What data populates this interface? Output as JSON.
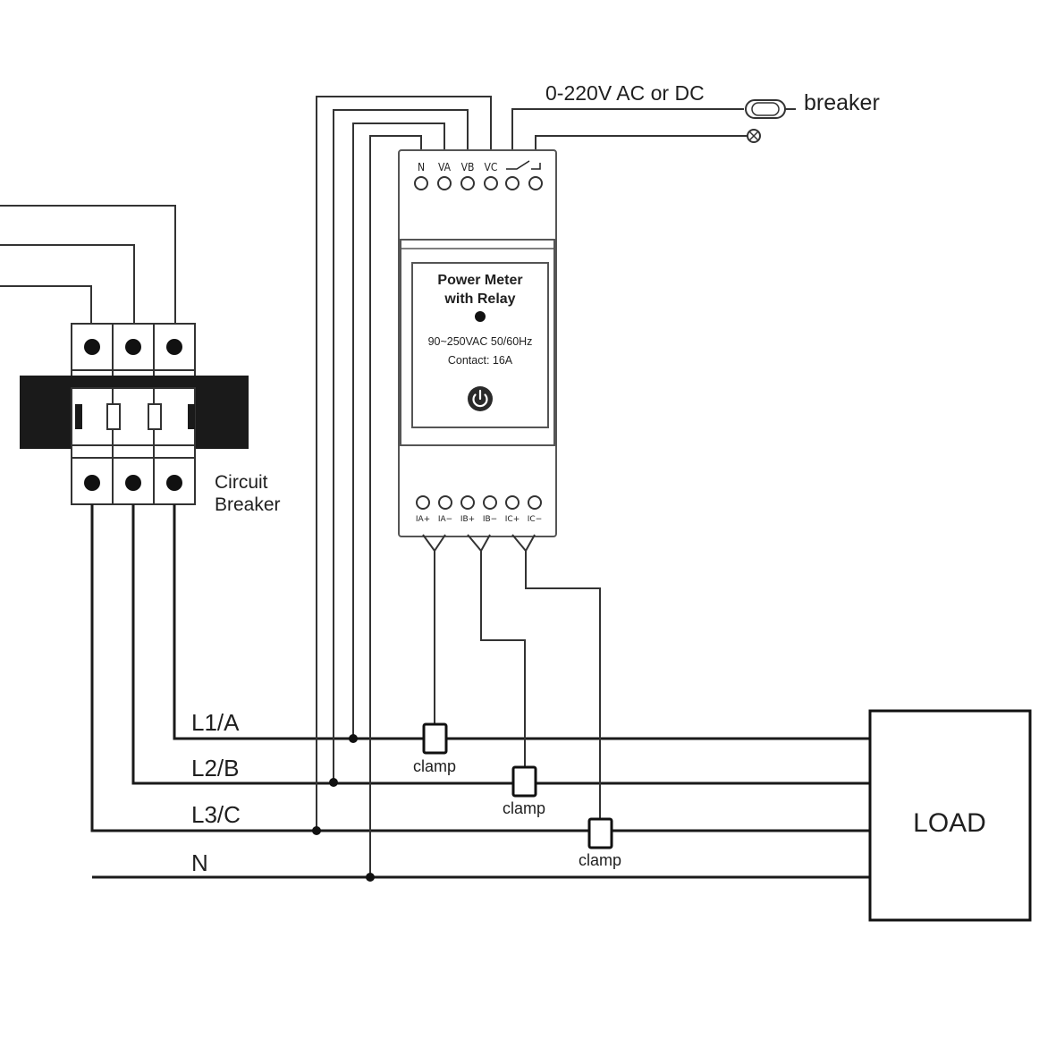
{
  "device": {
    "title_line1": "Power Meter",
    "title_line2": "with Relay",
    "spec_voltage": "90~250VAC 50/60Hz",
    "spec_contact": "Contact: 16A",
    "power_icon": "power-button-icon",
    "top_terminals": [
      "N",
      "VA",
      "VB",
      "VC"
    ],
    "relay_symbol": "relay-switch-icon",
    "bottom_terminals": [
      "IA+",
      "IA−",
      "IB+",
      "IB−",
      "IC+",
      "IC−"
    ]
  },
  "relay_supply": {
    "voltage_label": "0-220V AC or DC",
    "breaker_label": "breaker",
    "fuse_icon": "fuse-icon",
    "lamp_icon": "lamp-icon"
  },
  "circuit_breaker": {
    "label_line1": "Circuit",
    "label_line2": "Breaker"
  },
  "lines": [
    {
      "label": "L1/A"
    },
    {
      "label": "L2/B"
    },
    {
      "label": "L3/C"
    },
    {
      "label": "N"
    }
  ],
  "clamps": [
    "clamp",
    "clamp",
    "clamp"
  ],
  "load": {
    "label": "LOAD"
  },
  "colors": {
    "wire": "#1a1a1a",
    "device_outline": "#555555",
    "breaker_bar": "#1a1a1a"
  }
}
